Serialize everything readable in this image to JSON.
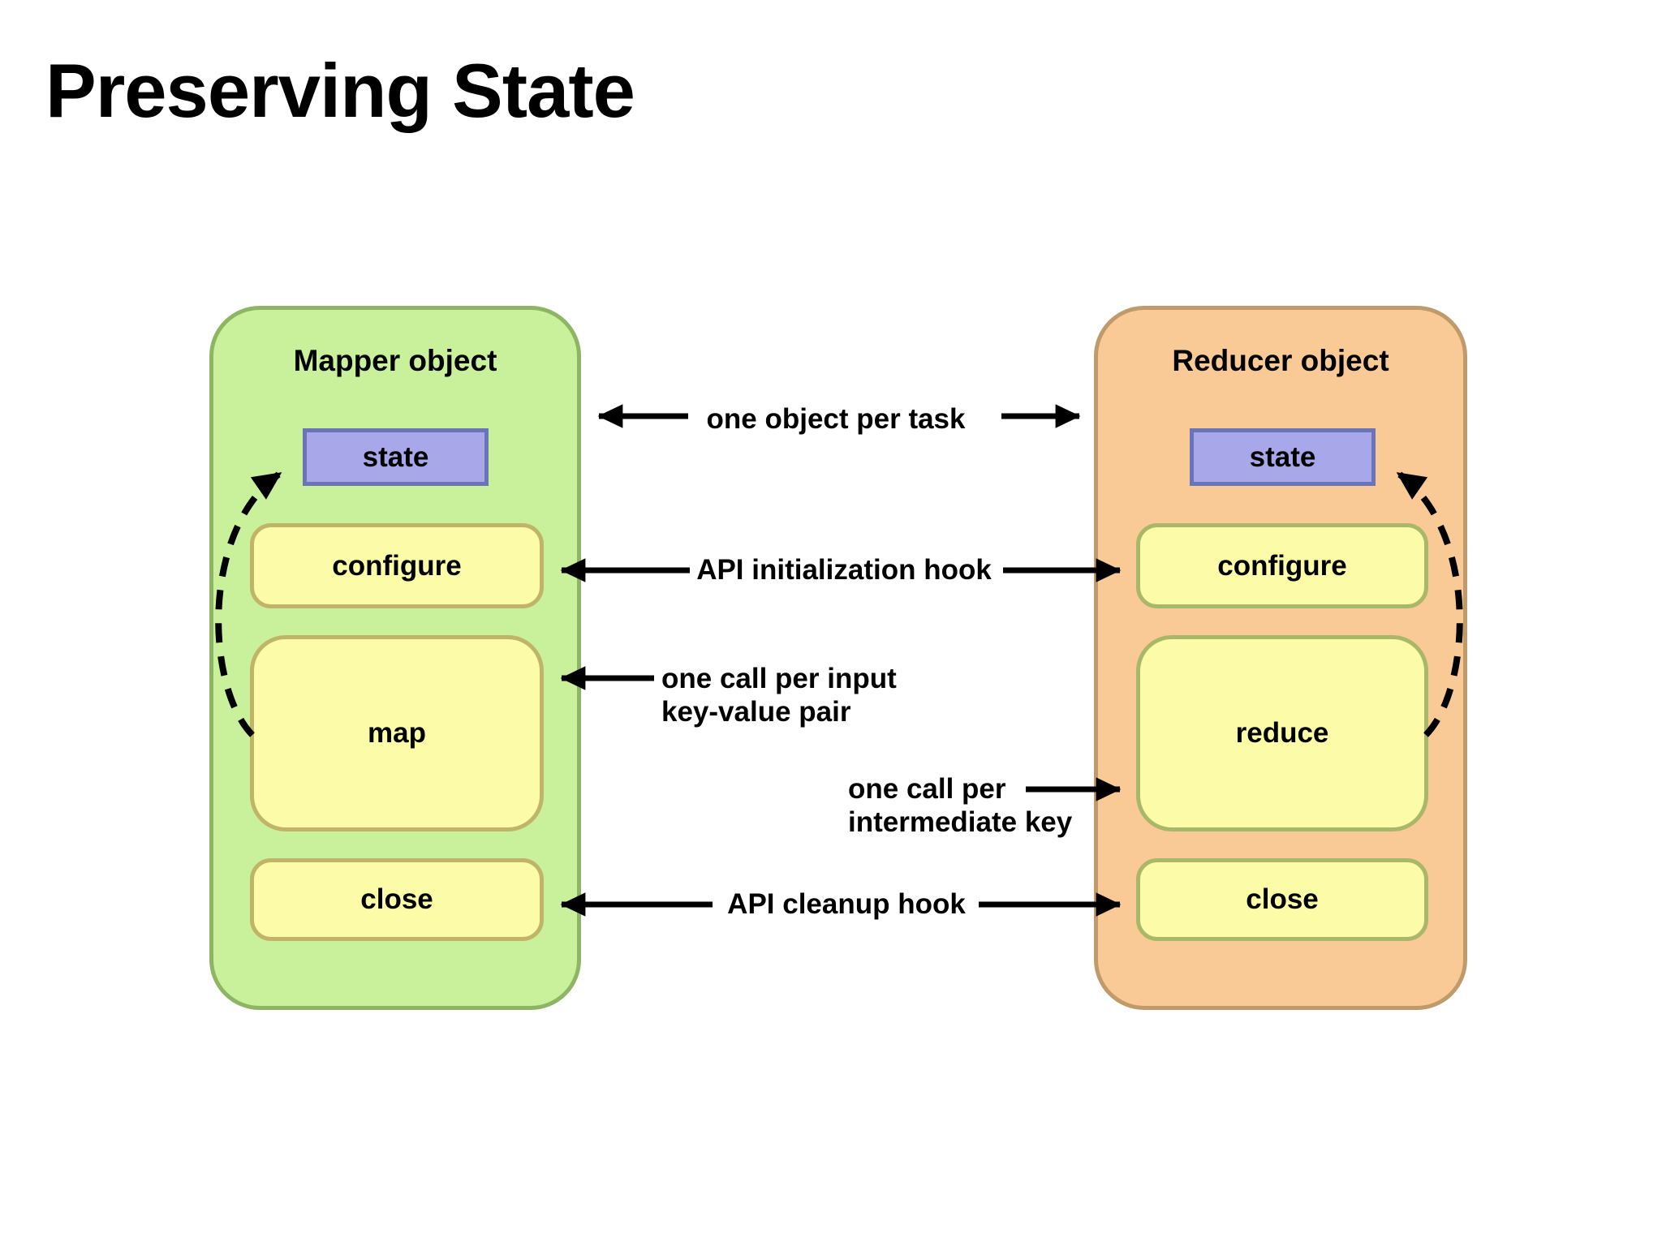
{
  "title": "Preserving State",
  "mapper": {
    "title": "Mapper object",
    "state_label": "state",
    "configure_label": "configure",
    "method_label": "map",
    "close_label": "close"
  },
  "reducer": {
    "title": "Reducer object",
    "state_label": "state",
    "configure_label": "configure",
    "method_label": "reduce",
    "close_label": "close"
  },
  "annotations": {
    "object_per_task": "one object per task",
    "init_hook": "API initialization hook",
    "map_call_line1": "one call per input",
    "map_call_line2": "key-value pair",
    "reduce_call_line1": "one call per",
    "reduce_call_line2": "intermediate key",
    "cleanup_hook": "API cleanup hook"
  },
  "colors": {
    "mapper-fill": "#c9f19c",
    "mapper-border": "#8eb563",
    "reducer-fill": "#f9ca95",
    "reducer-border": "#bf9a6a",
    "inner-fill": "#fbfba8",
    "inner-border-m": "#c0b468",
    "inner-border-r": "#a9b768",
    "state-fill": "#a7a7ea",
    "state-border": "#6a74b8",
    "arrow": "#000000"
  }
}
